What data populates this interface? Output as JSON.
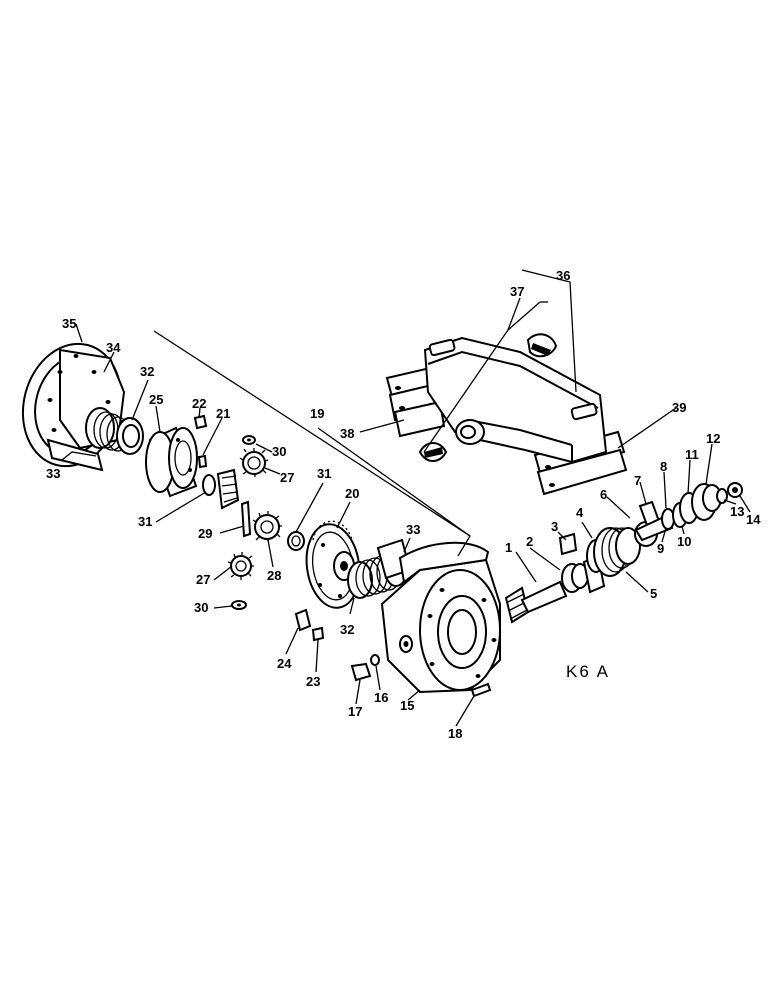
{
  "drawing_code": "K6 A",
  "callouts": {
    "c1": "1",
    "c2": "2",
    "c3": "3",
    "c4": "4",
    "c5": "5",
    "c6": "6",
    "c7": "7",
    "c8": "8",
    "c9": "9",
    "c10": "10",
    "c11": "11",
    "c12": "12",
    "c13": "13",
    "c14": "14",
    "c15": "15",
    "c16": "16",
    "c17": "17",
    "c18": "18",
    "c19": "19",
    "c20": "20",
    "c21": "21",
    "c22": "22",
    "c23": "23",
    "c24": "24",
    "c25": "25",
    "c27a": "27",
    "c27b": "27",
    "c28": "28",
    "c29": "29",
    "c30a": "30",
    "c30b": "30",
    "c31a": "31",
    "c31b": "31",
    "c32a": "32",
    "c32b": "32",
    "c33a": "33",
    "c33b": "33",
    "c34": "34",
    "c35": "35",
    "c36": "36",
    "c37": "37",
    "c38": "38",
    "c39": "39"
  }
}
